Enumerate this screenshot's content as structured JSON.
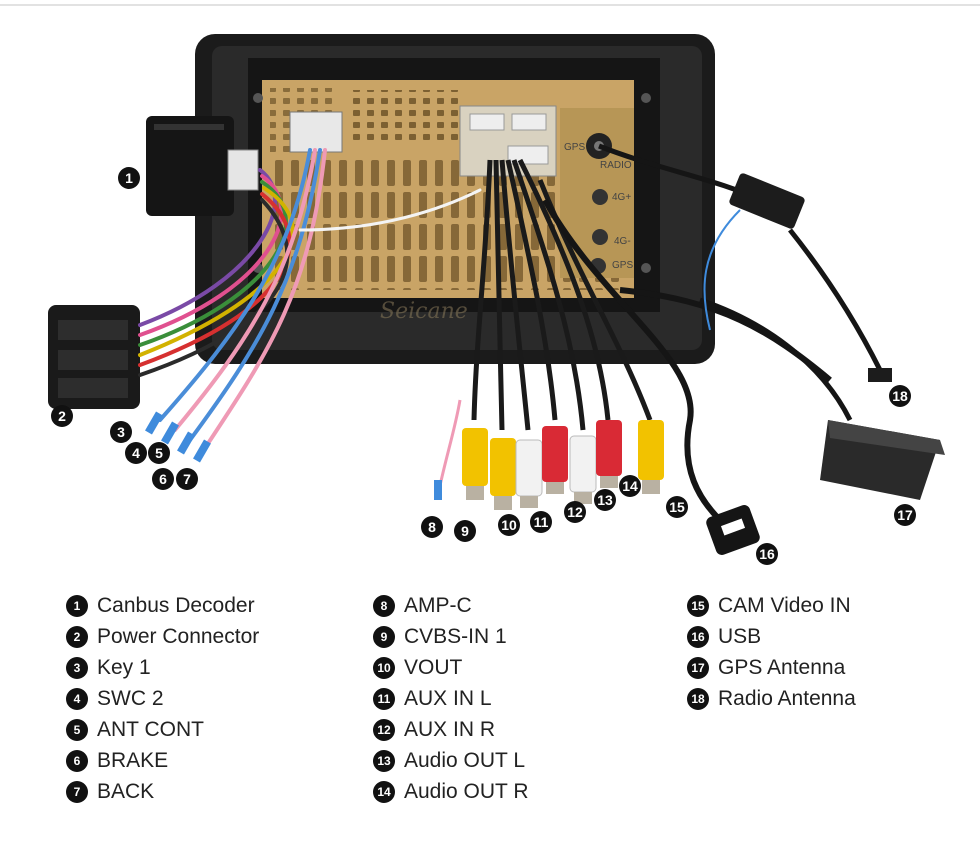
{
  "watermark": "Seicane",
  "port_labels": {
    "gps": "GPS",
    "radio": "RADIO",
    "four_g_plus": "4G+",
    "four_g_minus": "4G-",
    "gps_bottom": "GPS"
  },
  "callouts": [
    "1",
    "2",
    "3",
    "4",
    "5",
    "6",
    "7",
    "8",
    "9",
    "10",
    "11",
    "12",
    "13",
    "14",
    "15",
    "16",
    "17",
    "18"
  ],
  "legend": {
    "col1": [
      {
        "num": "1",
        "label": "Canbus Decoder"
      },
      {
        "num": "2",
        "label": "Power Connector"
      },
      {
        "num": "3",
        "label": "Key 1"
      },
      {
        "num": "4",
        "label": "SWC 2"
      },
      {
        "num": "5",
        "label": "ANT CONT"
      },
      {
        "num": "6",
        "label": "BRAKE"
      },
      {
        "num": "7",
        "label": "BACK"
      }
    ],
    "col2": [
      {
        "num": "8",
        "label": "AMP-C"
      },
      {
        "num": "9",
        "label": "CVBS-IN 1"
      },
      {
        "num": "10",
        "label": "VOUT"
      },
      {
        "num": "11",
        "label": "AUX IN L"
      },
      {
        "num": "12",
        "label": "AUX IN R"
      },
      {
        "num": "13",
        "label": "Audio OUT L"
      },
      {
        "num": "14",
        "label": "Audio OUT R"
      }
    ],
    "col3": [
      {
        "num": "15",
        "label": "CAM Video IN"
      },
      {
        "num": "16",
        "label": "USB"
      },
      {
        "num": "17",
        "label": "GPS Antenna"
      },
      {
        "num": "18",
        "label": "Radio Antenna"
      }
    ]
  },
  "colors": {
    "frame": "#1b1b1b",
    "panel": "#c9a466",
    "rca_yellow": "#f2c200",
    "rca_red": "#d92a35",
    "rca_white": "#f2f2f2"
  }
}
